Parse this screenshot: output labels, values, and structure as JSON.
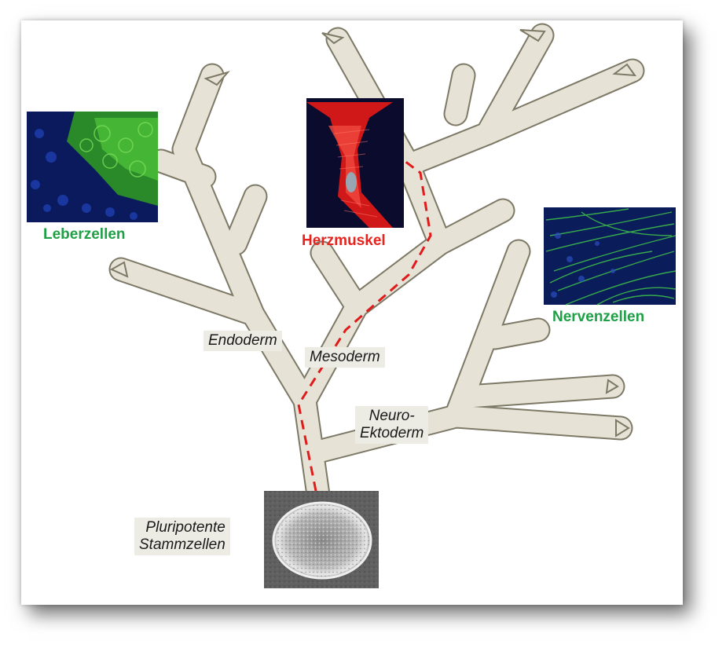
{
  "stages": {
    "endoderm": "Endoderm",
    "mesoderm": "Mesoderm",
    "neuro_line1": "Neuro-",
    "neuro_line2": "Ektoderm",
    "stem_line1": "Pluripotente",
    "stem_line2": "Stammzellen"
  },
  "cell_types": {
    "liver": "Leberzellen",
    "heart": "Herzmuskel",
    "nerve": "Nervenzellen"
  },
  "colors": {
    "branch_fill": "#e6e3d6",
    "branch_stroke": "#7d7966",
    "path_dash": "#e01b1b",
    "green_caption": "#1fa046",
    "red_caption": "#e8231e",
    "label_bg": "#ecebe4"
  },
  "icons": {
    "liver": "green-fluorescent-liver-cells-photo",
    "heart": "red-fluorescent-cardiomyocyte-photo",
    "nerve": "green-fluorescent-neuron-photo",
    "stem": "grayscale-stem-cell-colony-photo"
  }
}
